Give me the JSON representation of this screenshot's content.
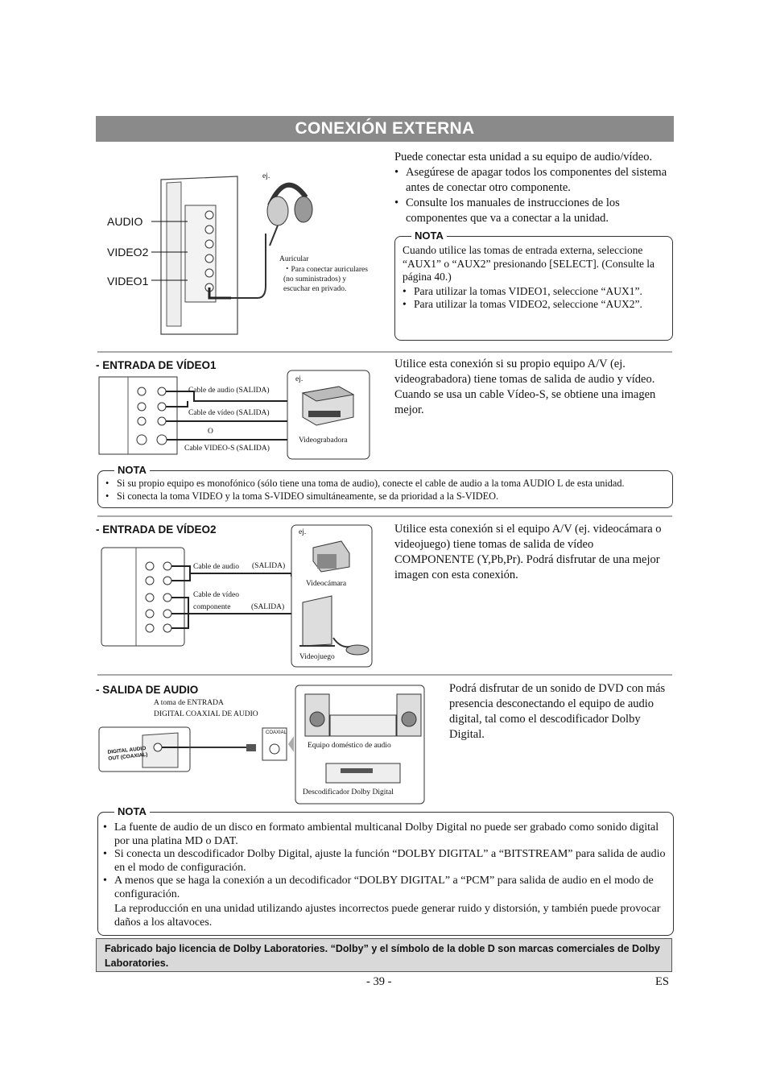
{
  "title": "CONEXIÓN EXTERNA",
  "intro": {
    "line": "Puede conectar esta unidad a su equipo de audio/vídeo.",
    "bullets": [
      "Asegúrese de apagar todos los componentes del sistema antes de conectar otro componente.",
      "Consulte los manuales de instrucciones de los componentes que va a conectar a la unidad."
    ]
  },
  "nota1": {
    "label": "NOTA",
    "text1": "Cuando utilice las tomas de entrada externa, seleccione “AUX1” o “AUX2” presionando [SELECT]. (Consulte la página 40.)",
    "bullets": [
      "Para utilizar la tomas VIDEO1, seleccione “AUX1”.",
      "Para utilizar la tomas VIDEO2, seleccione “AUX2”."
    ]
  },
  "fig_top": {
    "labels": [
      "AUDIO",
      "VIDEO2",
      "VIDEO1"
    ],
    "ej": "ej.",
    "headphone_title": "Auricular",
    "headphone_desc": "・Para conectar auriculares (no suministrados) y escuchar en privado."
  },
  "video1": {
    "heading": "- ENTRADA DE VÍDEO1",
    "text": "Utilice esta conexión si su propio equipo A/V (ej. videograbadora) tiene tomas de salida de audio y vídeo. Cuando se usa un cable Vídeo-S, se obtiene una imagen mejor.",
    "cable_audio": "Cable de audio  (SALIDA)",
    "cable_video": "Cable de vídeo  (SALIDA)",
    "or": "O",
    "cable_svideo": "Cable VIDEO-S  (SALIDA)",
    "ej": "ej.",
    "device": "Videograbadora"
  },
  "nota2": {
    "label": "NOTA",
    "bullets": [
      "Si su propio equipo es monofónico (sólo tiene una toma de audio), conecte el cable de audio a la toma AUDIO L de esta unidad.",
      "Si conecta la toma VIDEO y la toma S-VIDEO simultáneamente, se da prioridad a la S-VIDEO."
    ]
  },
  "video2": {
    "heading": "- ENTRADA DE VÍDEO2",
    "text": "Utilice esta conexión si el equipo A/V (ej. videocámara o videojuego) tiene tomas de salida de vídeo COMPONENTE (Y,Pb,Pr). Podrá disfrutar de una mejor imagen con esta conexión.",
    "cable_audio": "Cable de audio",
    "out1": "(SALIDA)",
    "cable_comp1": "Cable de vídeo",
    "cable_comp2": "componente",
    "out2": "(SALIDA)",
    "ej": "ej.",
    "device1": "Videocámara",
    "device2": "Videojuego"
  },
  "audio_out": {
    "heading": "- SALIDA DE AUDIO",
    "text": "Podrá disfrutar de un sonido de DVD con más presencia desconectando el equipo de audio digital, tal como el descodificador Dolby Digital.",
    "toma1": "A toma de ENTRADA",
    "toma2": "DIGITAL COAXIAL DE AUDIO",
    "jack_label": "DIGITAL AUDIO OUT (COAXIAL)",
    "coaxial": "COAXIAL",
    "device1": "Equipo doméstico de audio",
    "device2": "Descodificador Dolby Digital"
  },
  "nota3": {
    "label": "NOTA",
    "bullets": [
      "La fuente de audio de un disco en formato ambiental multicanal Dolby Digital no puede ser grabado como sonido digital por una platina MD o DAT.",
      "Si conecta un descodificador Dolby Digital, ajuste la función “DOLBY DIGITAL” a “BITSTREAM” para salida de audio en el modo de configuración.",
      "A menos que se haga la conexión a un decodificador “DOLBY DIGITAL” a “PCM” para salida de audio en el modo de configuración."
    ],
    "extra": "La reproducción en una unidad utilizando ajustes incorrectos puede generar ruido y distorsión, y también puede provocar daños a los altavoces."
  },
  "footer": "Fabricado bajo licencia de Dolby Laboratories. “Dolby” y el símbolo de la doble D son marcas comerciales de Dolby Laboratories.",
  "page_number": "- 39 -",
  "lang": "ES"
}
